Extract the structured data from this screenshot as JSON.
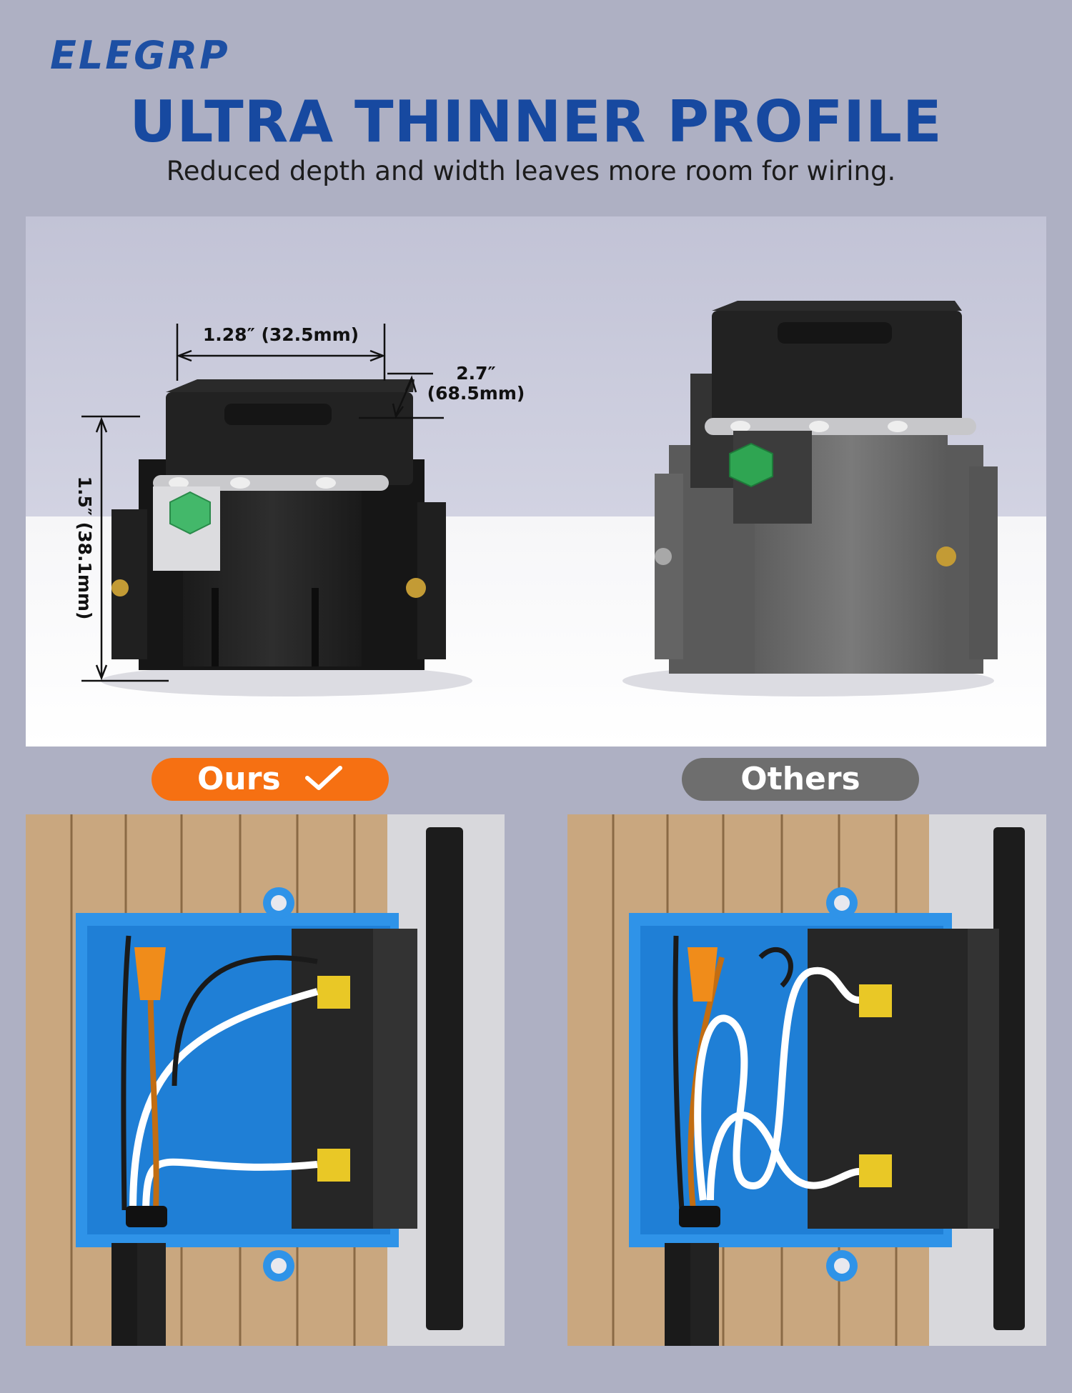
{
  "brand": {
    "logo_text": "ELEGRP"
  },
  "header": {
    "title": "ULTRA THINNER PROFILE",
    "subtitle": "Reduced depth and width leaves more room for wiring."
  },
  "dimensions": {
    "width": "1.28″  (32.5mm)",
    "depth_in": "2.7″",
    "depth_mm": "(68.5mm)",
    "height": "1.5″  (38.1mm)"
  },
  "labels": {
    "ours": "Ours",
    "others": "Others"
  },
  "colors": {
    "brand_blue": "#1749a0",
    "ours_orange": "#f67012",
    "others_gray": "#6e6e6e",
    "background": "#aeb0c3",
    "box_blue": "#2f93e8"
  },
  "icons": {
    "ours_badge": "checkmark-icon",
    "terminal": "screw-terminal-icon",
    "ground": "ground-screw-icon"
  }
}
